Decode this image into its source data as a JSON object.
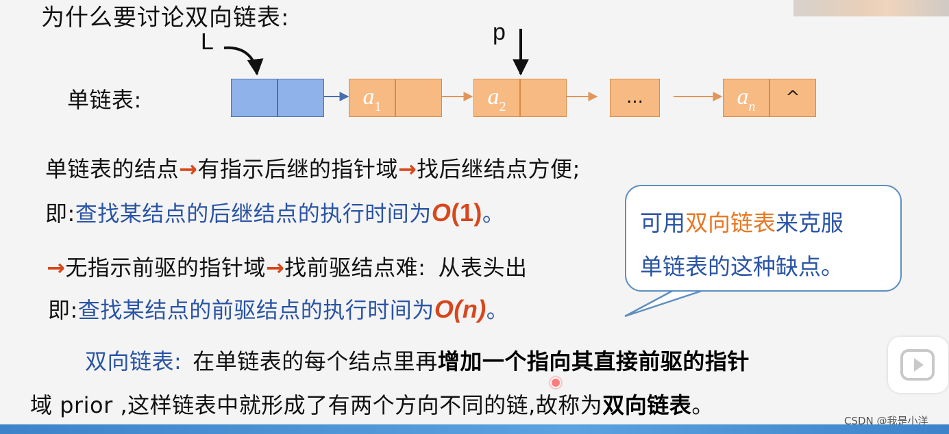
{
  "title": "为什么要讨论双向链表:",
  "pointer_L": "L",
  "pointer_p": "p",
  "singly_label": "单链表:",
  "nodes": [
    {
      "data": "a",
      "sub": "1"
    },
    {
      "data": "a",
      "sub": "2"
    },
    {
      "data": "..."
    },
    {
      "data": "a",
      "sub": "n",
      "next": "^"
    }
  ],
  "line1": {
    "a": "单链表的结点",
    "b": "有指示后继的指针域",
    "c": "找后继结点方便;",
    "arrow": "→"
  },
  "line2": {
    "prefix": "即:",
    "text": "查找某结点的后继结点的执行时间为",
    "complexity_O": "O",
    "complexity_arg": "(1)",
    "end": "。"
  },
  "line3": {
    "arrow": "→",
    "a": "无指示前驱的指针域",
    "b": "找前驱结点难:",
    "c": "从表头出"
  },
  "line4": {
    "prefix": "即:",
    "text": "查找某结点的前驱结点的执行时间为",
    "complexity_O": "O",
    "complexity_arg": "(n)",
    "end": "。"
  },
  "bubble": {
    "p1": "可用",
    "highlight": "双向链表",
    "p2": "来克服",
    "line2": "单链表的这种缺点。"
  },
  "definition": {
    "term": "双向链表:",
    "t1": "在单链表的每个结点里再",
    "b1": "增加一个指向其直接前驱的指针",
    "t2": "域 prior ,这样链表中就形成了有两个方向不同的链,故称为",
    "b2": "双向链表",
    "end": "。"
  },
  "watermark": "CSDN @我是小洋",
  "colors": {
    "head_node": "#8fb2ea",
    "data_node": "#f8ba83",
    "accent_blue": "#2a54a4",
    "accent_orange": "#e87722",
    "arrow_red": "#d8471c"
  }
}
